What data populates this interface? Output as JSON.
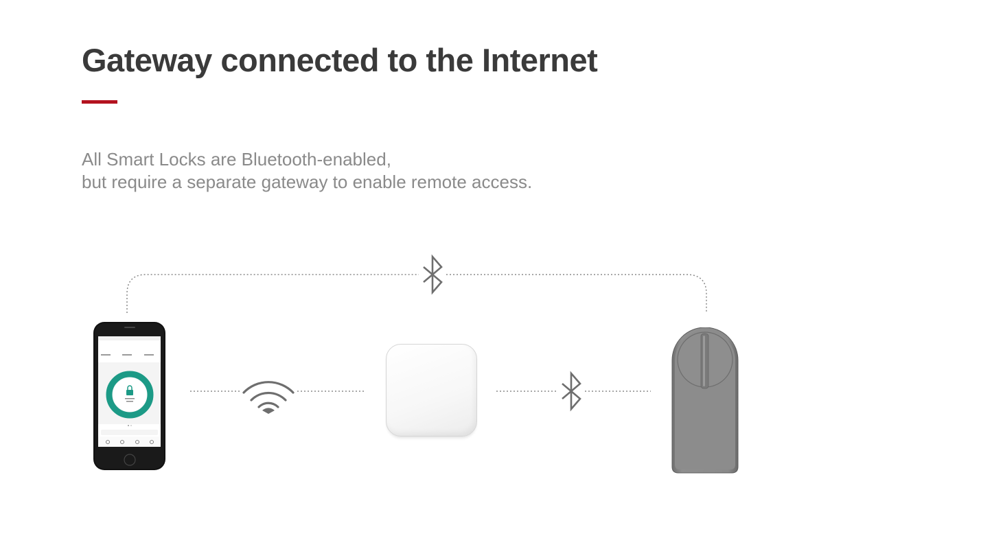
{
  "title": "Gateway connected to the Internet",
  "subtitle": {
    "line1": "All Smart Locks are Bluetooth-enabled,",
    "line2": "but require a separate gateway to enable remote access."
  },
  "colors": {
    "accent": "#b3121f",
    "title": "#3a3a3a",
    "subtitle": "#8a8a8a",
    "connector": "#8a8a8a",
    "app_ring": "#1c9a86"
  },
  "icons": {
    "top_link": "bluetooth-icon",
    "phone_to_gateway": "wifi-icon",
    "gateway_to_lock": "bluetooth-icon"
  },
  "devices": [
    "smartphone-app",
    "gateway",
    "smart-lock"
  ]
}
